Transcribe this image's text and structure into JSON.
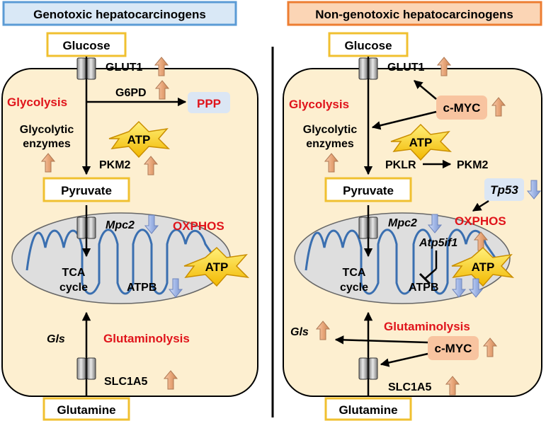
{
  "panels": [
    {
      "title": "Genotoxic hepatocarcinogens",
      "colors": {
        "title_bg": "#d9e8f6",
        "title_border": "#5b9bd5"
      },
      "labels": {
        "glucose": "Glucose",
        "glut1": "GLUT1",
        "glycolysis": "Glycolysis",
        "g6pd": "G6PD",
        "ppp": "PPP",
        "glycolytic_enzymes_1": "Glycolytic",
        "glycolytic_enzymes_2": "enzymes",
        "atp_top": "ATP",
        "pkm2": "PKM2",
        "pyruvate": "Pyruvate",
        "mpc2": "Mpc2",
        "oxphos": "OXPHOS",
        "tca_1": "TCA",
        "tca_2": "cycle",
        "atp_mito": "ATP",
        "atpb": "ATPB",
        "gls": "Gls",
        "glutaminolysis": "Glutaminolysis",
        "slc1a5": "SLC1A5",
        "glutamine": "Glutamine"
      }
    },
    {
      "title": "Non-genotoxic hepatocarcinogens",
      "colors": {
        "title_bg": "#fbd5b5",
        "title_border": "#ed7d31"
      },
      "labels": {
        "glucose": "Glucose",
        "glut1": "GLUT1",
        "glycolysis": "Glycolysis",
        "cmyc_top": "c-MYC",
        "glycolytic_enzymes_1": "Glycolytic",
        "glycolytic_enzymes_2": "enzymes",
        "atp_top": "ATP",
        "pklr": "PKLR",
        "pkm2": "PKM2",
        "pyruvate": "Pyruvate",
        "tp53": "Tp53",
        "mpc2": "Mpc2",
        "oxphos": "OXPHOS",
        "atp5if1": "Atp5if1",
        "tca_1": "TCA",
        "tca_2": "cycle",
        "atp_mito": "ATP",
        "atpb": "ATPB",
        "gls": "Gls",
        "glutaminolysis": "Glutaminolysis",
        "cmyc_bottom": "c-MYC",
        "slc1a5": "SLC1A5",
        "glutamine": "Glutamine"
      }
    }
  ],
  "colors": {
    "cell_fill": "#fdefd0",
    "metabolite_border": "#f0c030",
    "red_text": "#e0141b",
    "up_arrow": "#e9a77a",
    "down_arrow": "#9fb5e6",
    "atp_star": "#f7c600",
    "cmyc_box": "#f8c4a0",
    "ppp_box": "#dbe6f4",
    "mito_fill": "#dedede"
  }
}
